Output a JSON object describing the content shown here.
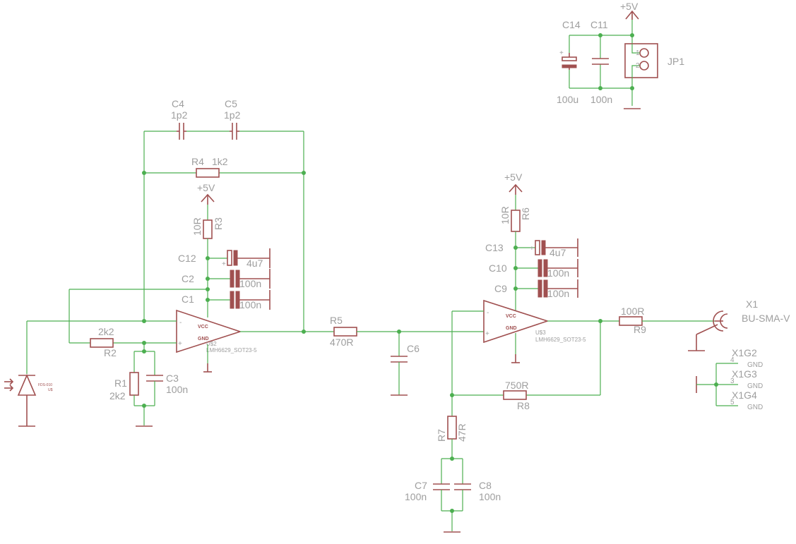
{
  "power": {
    "top": "+5V",
    "u2": "+5V",
    "u3": "+5V"
  },
  "components": {
    "c14": {
      "name": "C14",
      "value": "100u"
    },
    "c11": {
      "name": "C11",
      "value": "100n"
    },
    "jp1": {
      "name": "JP1",
      "pin1": "1",
      "pin2": "2"
    },
    "c4": {
      "name": "C4",
      "value": "1p2"
    },
    "c5": {
      "name": "C5",
      "value": "1p2"
    },
    "r4": {
      "name": "R4",
      "value": "1k2"
    },
    "r3": {
      "name": "R3",
      "value": "10R"
    },
    "c12": {
      "name": "C12",
      "value": "4u7"
    },
    "c2": {
      "name": "C2",
      "value": "100n"
    },
    "c1": {
      "name": "C1",
      "value": "100n"
    },
    "r2": {
      "name": "R2",
      "value": "2k2"
    },
    "r1": {
      "name": "R1",
      "value": "2k2"
    },
    "c3": {
      "name": "C3",
      "value": "100n"
    },
    "u2": {
      "name": "U$2",
      "part": "LMH6629_SOT23-5",
      "vcc": "VCC",
      "gnd": "GND",
      "minus": "-",
      "plus": "+"
    },
    "r5": {
      "name": "R5",
      "value": "470R"
    },
    "c6": {
      "name": "C6"
    },
    "r6": {
      "name": "R6",
      "value": "10R"
    },
    "c13": {
      "name": "C13",
      "value": "4u7"
    },
    "c10": {
      "name": "C10",
      "value": "100n"
    },
    "c9": {
      "name": "C9",
      "value": "100n"
    },
    "u3": {
      "name": "U$3",
      "part": "LMH6629_SOT23-5",
      "vcc": "VCC",
      "gnd": "GND",
      "minus": "-",
      "plus": "+"
    },
    "r9": {
      "name": "R9",
      "value": "100R"
    },
    "x1": {
      "name": "X1",
      "value": "BU-SMA-V"
    },
    "r8": {
      "name": "R8",
      "value": "750R"
    },
    "r7": {
      "name": "R7",
      "value": "47R"
    },
    "c7": {
      "name": "C7",
      "value": "100n"
    },
    "c8": {
      "name": "C8",
      "value": "100n"
    },
    "pd": {
      "name": "FDS-010",
      "label": "U$"
    },
    "x1g2": {
      "name": "X1G2",
      "pin": "4",
      "net": "GND"
    },
    "x1g3": {
      "name": "X1G3",
      "pin": "3",
      "net": "GND"
    },
    "x1g4": {
      "name": "X1G4",
      "pin": "5",
      "net": "GND"
    }
  }
}
